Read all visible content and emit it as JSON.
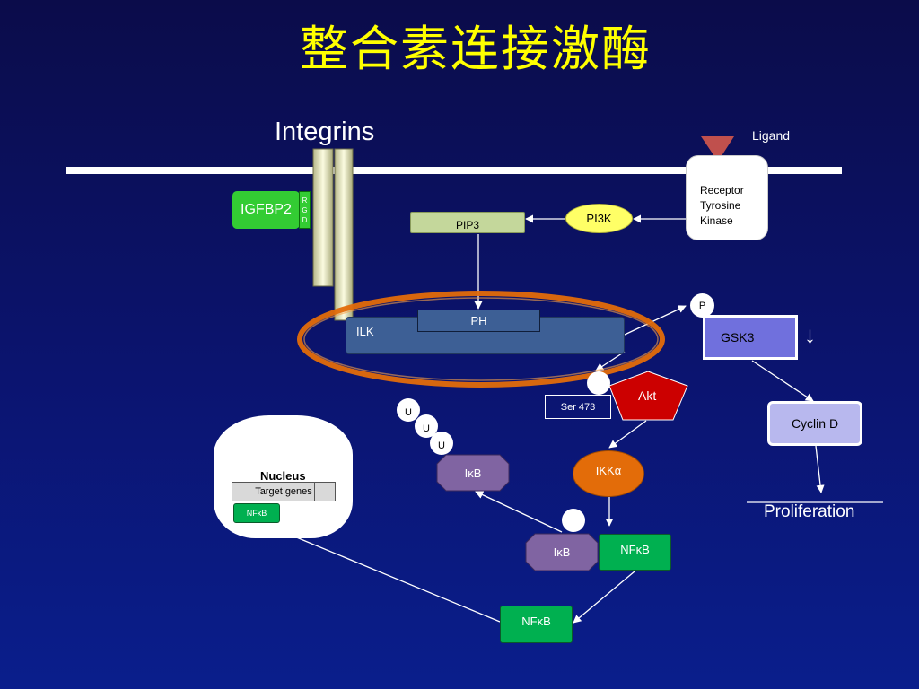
{
  "title": "整合素连接激酶",
  "labels": {
    "integrins": "Integrins",
    "ligand": "Ligand",
    "receptor": "Receptor\nTyrosine\nKinase",
    "igfbp2": "IGFBP2",
    "rgd": [
      "R",
      "G",
      "D"
    ],
    "pip3": "PIP3",
    "pi3k": "PI3K",
    "ilk": "ILK",
    "ph": "PH",
    "p": "P",
    "gsk3": "GSK3",
    "down_arrow": "↓",
    "akt": "Akt",
    "ser473": "Ser 473",
    "cyclin_d": "Cyclin D",
    "proliferation": "Proliferation",
    "u": [
      "U",
      "U",
      "U"
    ],
    "ikb_top": "IκB",
    "ikka": "IKKα",
    "ikb_bottom": "IκB",
    "nfkb_complex": "NFκB",
    "nfkb_free": "NFκB",
    "nucleus": "Nucleus",
    "target_genes": "Target genes",
    "nfkb_nucleus": "NFκB"
  },
  "colors": {
    "title": "#ffff00",
    "igfbp2": "#33cc33",
    "pip3": "#c4d79b",
    "pi3k": "#ffff66",
    "ilk": "#3d5f95",
    "ring": "#e36c09",
    "gsk3": "#7070dd",
    "akt": "#cc0000",
    "cyclin": "#b8b8ee",
    "ikka": "#e36c09",
    "ikb": "#8064a2",
    "nfkb": "#00b050"
  }
}
